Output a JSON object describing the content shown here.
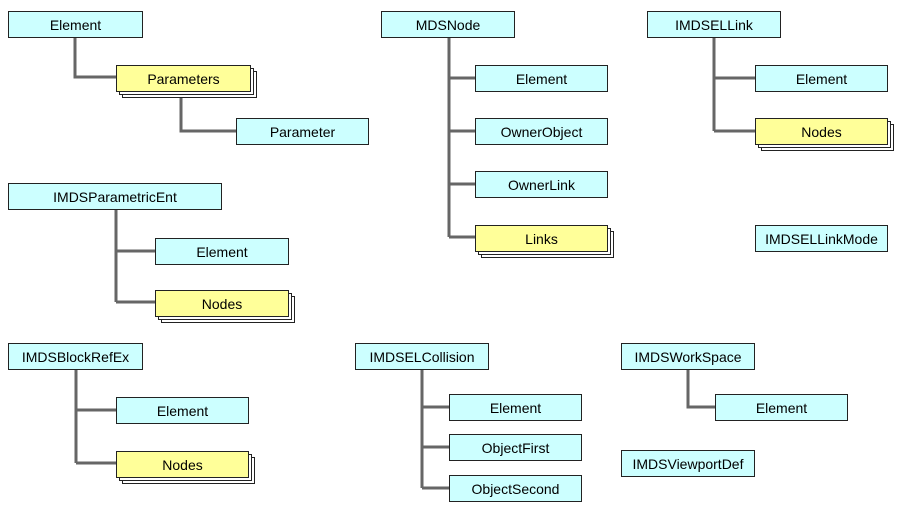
{
  "colors": {
    "object_fill": "#ccffff",
    "collection_fill": "#ffff99",
    "connector": "#666666"
  },
  "diagram": {
    "element": {
      "root": "Element",
      "parameters": "Parameters",
      "parameter": "Parameter"
    },
    "mdsnode": {
      "root": "MDSNode",
      "element": "Element",
      "owner_object": "OwnerObject",
      "owner_link": "OwnerLink",
      "links": "Links"
    },
    "imdsellink": {
      "root": "IMDSELLink",
      "element": "Element",
      "nodes": "Nodes"
    },
    "imdsparametricent": {
      "root": "IMDSParametricEnt",
      "element": "Element",
      "nodes": "Nodes"
    },
    "imdsellinkmode": {
      "root": "IMDSELLinkMode"
    },
    "imdsblockrefex": {
      "root": "IMDSBlockRefEx",
      "element": "Element",
      "nodes": "Nodes"
    },
    "imdselcollision": {
      "root": "IMDSELCollision",
      "element": "Element",
      "object_first": "ObjectFirst",
      "object_second": "ObjectSecond"
    },
    "imdsworkspace": {
      "root": "IMDSWorkSpace",
      "element": "Element"
    },
    "imdsviewportdef": {
      "root": "IMDSViewportDef"
    }
  }
}
